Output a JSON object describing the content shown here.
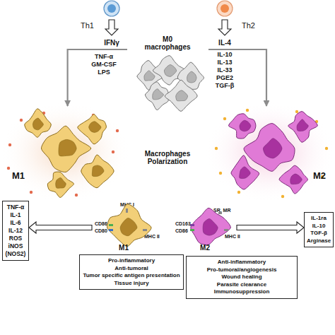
{
  "diagram": {
    "nodes": [
      {
        "text": [
          "Th1"
        ]
      },
      {
        "text": [
          "Th2"
        ]
      },
      {
        "text": [
          "M0 macrophages"
        ]
      },
      {
        "text": [
          "M1"
        ]
      },
      {
        "text": [
          "M2"
        ]
      },
      {
        "text": [
          "M1"
        ]
      },
      {
        "text": [
          "TNF-α",
          "IL-1",
          "IL-6",
          "IL-12",
          "ROS",
          "iNOS (NOS2)"
        ]
      },
      {
        "text": [
          "Pro-inflammatory",
          "Anti-tumoral",
          "Tumor specific antigen presentation",
          "Tissue injury"
        ]
      },
      {
        "text": [
          "M2"
        ]
      },
      {
        "text": [
          "IL-1ra",
          "IL-10",
          "TGF-β",
          "Arginase"
        ]
      },
      {
        "text": [
          "Anti-inflammatory",
          "Pro-tumoral/angiogenesis",
          "Wound healing",
          "Parasite clearance",
          "Immunosuppression"
        ]
      }
    ],
    "edges": [
      {
        "from": 2,
        "to": 3,
        "arrow": "to"
      },
      {
        "from": 2,
        "to": 4,
        "arrow": "to"
      },
      {
        "from": 5,
        "to": 6,
        "arrow": "to"
      },
      {
        "from": 8,
        "to": 9,
        "arrow": "to"
      }
    ],
    "labels": [
      "IFNγ",
      "IL-4",
      "TNF-α",
      "GM-CSF",
      "LPS",
      "IL-10",
      "IL-13",
      "IL-33",
      "PGE2",
      "TGF-β",
      "Macrophages Polarization",
      "MHC I",
      "CD86",
      "CD80",
      "MHC II",
      "SR, MR",
      "CD163",
      "CD86",
      "MHC II"
    ]
  }
}
